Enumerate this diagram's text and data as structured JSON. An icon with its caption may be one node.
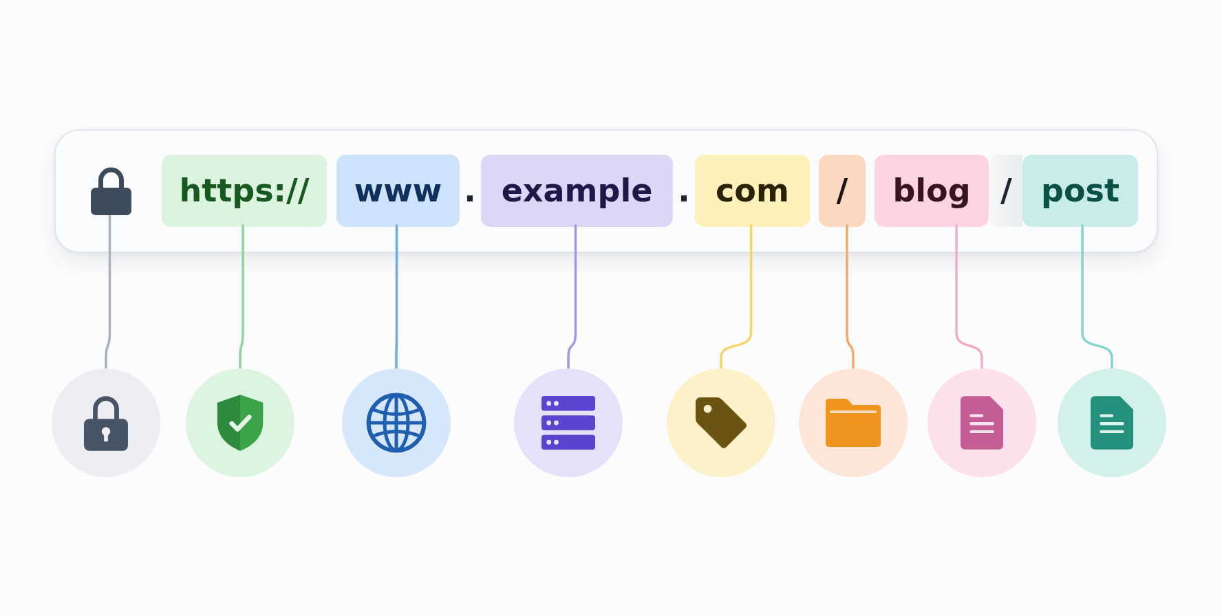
{
  "diagram": {
    "nodes": [
      {
        "text": [],
        "shape": "box"
      },
      {
        "text": [],
        "shape": "padlock",
        "in": 0
      },
      {
        "text": [
          "https://"
        ],
        "in": 0
      },
      {
        "text": [
          "www"
        ],
        "in": 0
      },
      {
        "text": [
          "example"
        ],
        "in": 0
      },
      {
        "text": [
          "com"
        ],
        "in": 0
      },
      {
        "text": [
          "/"
        ],
        "in": 0
      },
      {
        "text": [
          "blog"
        ],
        "in": 0
      },
      {
        "text": [
          "post"
        ],
        "in": 0
      },
      {
        "text": [],
        "shape": "circle"
      },
      {
        "text": [],
        "shape": "circle"
      },
      {
        "text": [],
        "shape": "circle"
      },
      {
        "text": [],
        "shape": "circle"
      },
      {
        "text": [],
        "shape": "circle"
      },
      {
        "text": [],
        "shape": "circle"
      },
      {
        "text": [],
        "shape": "circle"
      },
      {
        "text": [],
        "shape": "circle"
      }
    ],
    "edges": [
      {
        "from": 1,
        "to": 9,
        "arrow": "none",
        "color": "#a9b1bc"
      },
      {
        "from": 2,
        "to": 10,
        "arrow": "none",
        "color": "#8bd49c"
      },
      {
        "from": 3,
        "to": 11,
        "arrow": "none",
        "color": "#6ea9ee"
      },
      {
        "from": 4,
        "to": 12,
        "arrow": "none",
        "color": "#a696e4"
      },
      {
        "from": 5,
        "to": 13,
        "arrow": "none",
        "color": "#f6d366"
      },
      {
        "from": 6,
        "to": 14,
        "arrow": "none",
        "color": "#f4a76b"
      },
      {
        "from": 7,
        "to": 15,
        "arrow": "none",
        "color": "#f2aac6"
      },
      {
        "from": 8,
        "to": 16,
        "arrow": "none",
        "color": "#82d5ca"
      }
    ],
    "labels": [
      ".",
      ".",
      "/"
    ]
  }
}
